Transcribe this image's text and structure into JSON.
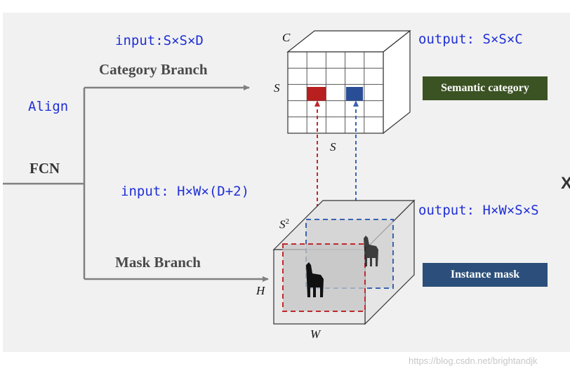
{
  "labels": {
    "input_category": "input:S×S×D",
    "category_branch": "Category Branch",
    "align": "Align",
    "fcn": "FCN",
    "input_mask": "input: H×W×(D+2)",
    "mask_branch": "Mask Branch",
    "output_category": "output: S×S×C",
    "output_mask": "output: H×W×S×S",
    "dim_c": "C",
    "dim_s_left": "S",
    "dim_s_bottom": "S",
    "dim_s2": "S",
    "dim_s2_sup": "2",
    "dim_h": "H",
    "dim_w": "W",
    "semantic_category": "Semantic category",
    "instance_mask": "Instance mask",
    "right_edge_glyph": "X"
  },
  "colors": {
    "panel": "#f1f1f1",
    "mono_text": "#1f2fd6",
    "branch_text": "#4a4a4a",
    "semantic_tag": "#3b5323",
    "instance_tag": "#2b4f7a",
    "red_cell": "#b81f1f",
    "blue_cell": "#2a4e96",
    "red_dash": "#c0282d",
    "blue_dash": "#3a64b0"
  },
  "watermark": "https://blog.csdn.net/brightandjk"
}
